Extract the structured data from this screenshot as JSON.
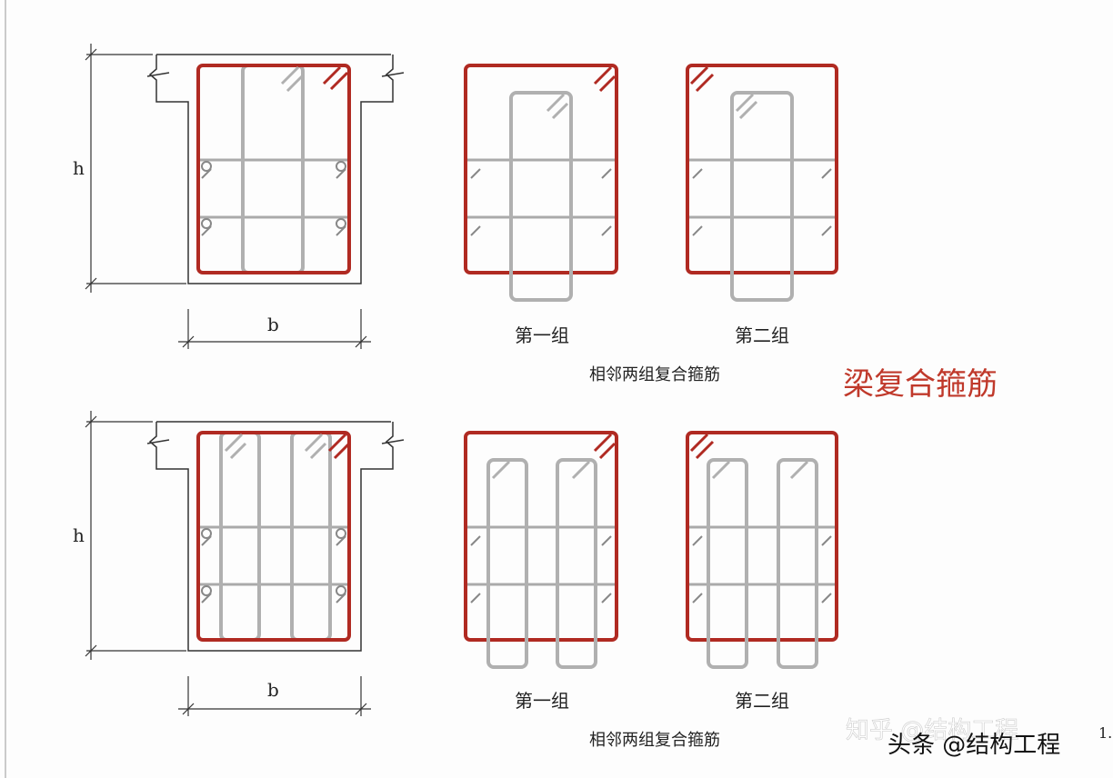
{
  "title": "梁复合箍筋",
  "colors": {
    "stirrup_outer": "#b02a22",
    "stirrup_inner": "#b0b0b0",
    "line": "#333333",
    "title": "#c0392b"
  },
  "diagrams": [
    {
      "dim_h": "h",
      "dim_b": "b",
      "group1_label": "第一组",
      "group2_label": "第二组",
      "caption": "相邻两组复合箍筋"
    },
    {
      "dim_h": "h",
      "dim_b": "b",
      "group1_label": "第一组",
      "group2_label": "第二组",
      "caption": "相邻两组复合箍筋"
    }
  ],
  "watermark_top": "知乎 @结构工程",
  "watermark_bottom": "头条 @结构工程",
  "corner_mark": "1."
}
